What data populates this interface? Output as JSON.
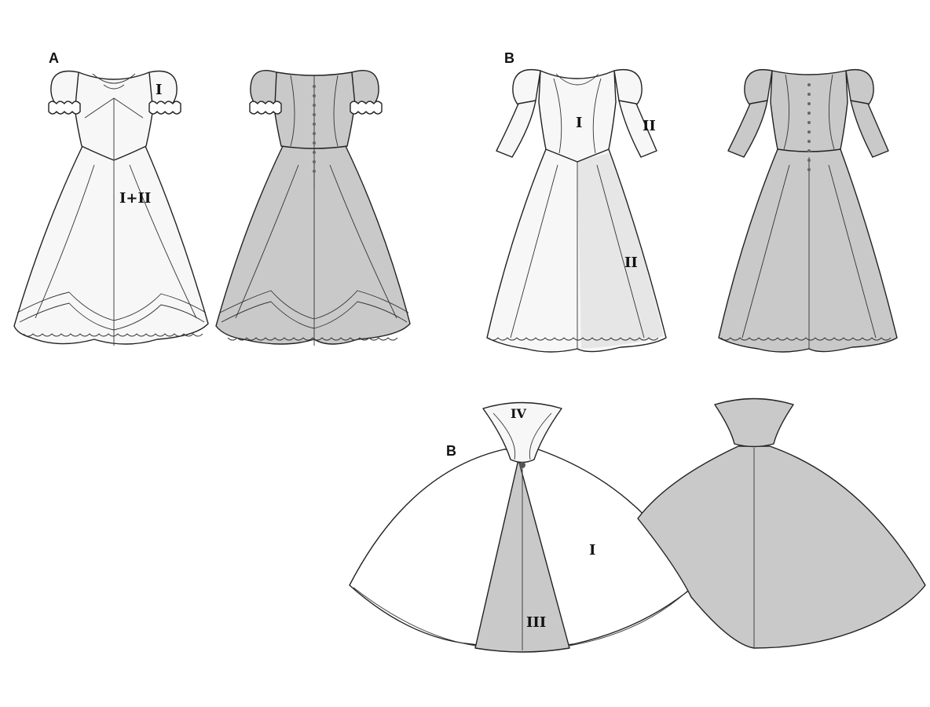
{
  "view_a": {
    "label": "A",
    "part_labels": {
      "bodice": "I",
      "skirt": "I+II"
    }
  },
  "view_b_dress": {
    "label": "B",
    "part_labels": {
      "bodice": "I",
      "sleeve": "II",
      "skirt": "II"
    }
  },
  "view_b_cape": {
    "label": "B",
    "part_labels": {
      "collar": "IV",
      "cape": "I",
      "front_panel": "III"
    }
  },
  "colors": {
    "outline": "#222222",
    "front_fill": "#f7f7f7",
    "back_fill": "#c9c9c9"
  }
}
